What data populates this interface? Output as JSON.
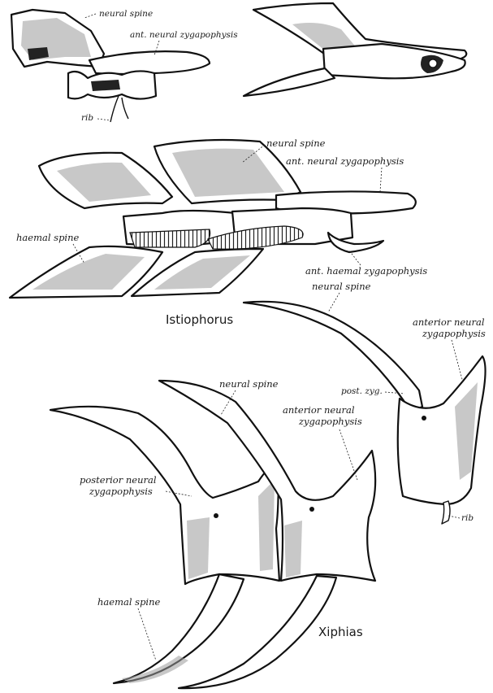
{
  "labels": {
    "top_left_neural_spine": "neural spine",
    "top_left_ant_neural_zyg": "ant. neural zygapophysis",
    "top_left_rib": "rib",
    "mid_neural_spine": "neural spine",
    "mid_ant_neural_zyg": "ant. neural zygapophysis",
    "mid_haemal_spine": "haemal spine",
    "mid_ant_haemal_zyg": "ant. haemal zygapophysis",
    "right_neural_spine": "neural spine",
    "right_anterior_neural_zyg_1": "anterior neural",
    "right_anterior_neural_zyg_2": "zygapophysis",
    "right_post_zyg": "post. zyg.",
    "right_rib": "rib",
    "bottom_neural_spine": "neural spine",
    "bottom_anterior_neural_zyg_1": "anterior neural",
    "bottom_anterior_neural_zyg_2": "zygapophysis",
    "bottom_posterior_neural_zyg_1": "posterior neural",
    "bottom_posterior_neural_zyg_2": "zygapophysis",
    "bottom_haemal_spine": "haemal spine"
  },
  "names": {
    "istiophorus": "Istiophorus",
    "xiphias": "Xiphias"
  }
}
